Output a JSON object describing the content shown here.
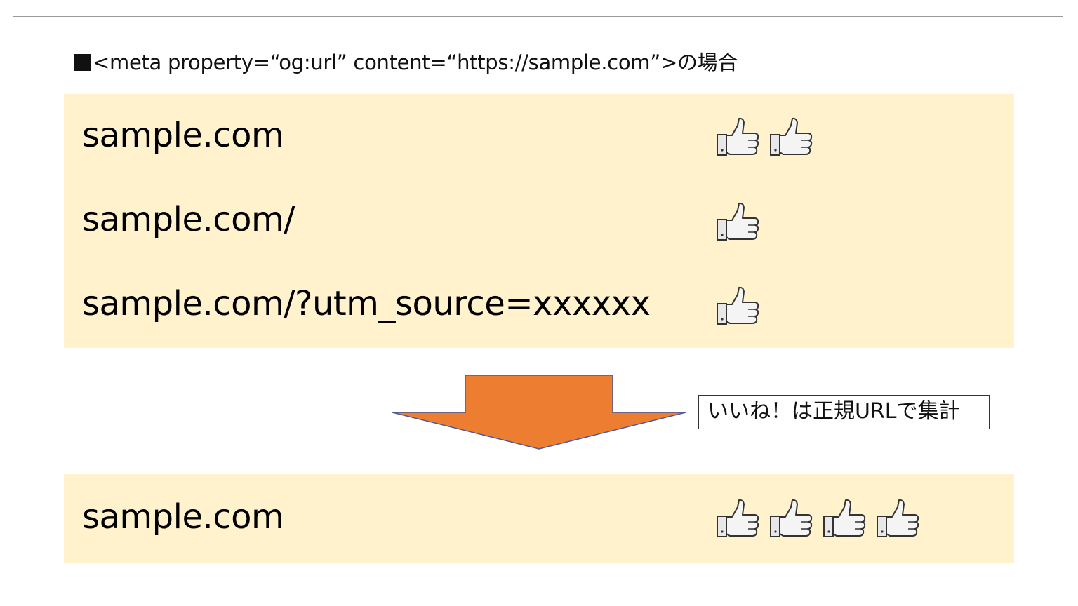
{
  "heading": "<meta property=“og:url” content=“https://sample.com”>の場合",
  "rows": [
    {
      "url": "sample.com",
      "likes": 2
    },
    {
      "url": "sample.com/",
      "likes": 1
    },
    {
      "url": "sample.com/?utm_source=xxxxxx",
      "likes": 1
    }
  ],
  "result": {
    "url": "sample.com",
    "likes": 4
  },
  "callout": "いいね！は正規URLで集計",
  "icons": {
    "like": "thumbs-up-icon"
  },
  "colors": {
    "panel": "#fff2cc",
    "arrow": "#ed7d31",
    "arrow_border": "#4a5b9c"
  }
}
